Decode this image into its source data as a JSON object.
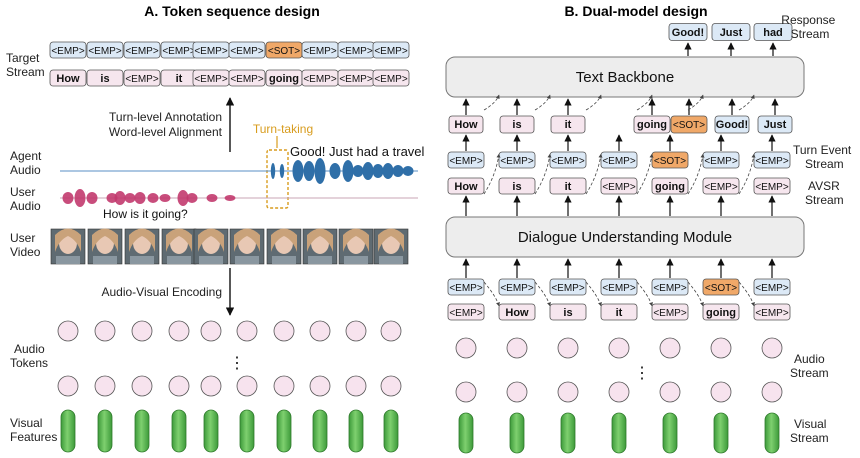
{
  "colors": {
    "emp_blue": "#dce9f6",
    "emp_pink": "#f6e6ee",
    "sot_orange": "#f0a868",
    "turn_taking": "#d89c1e",
    "agent_wave": "#2f6fa8",
    "user_wave": "#c23a6e",
    "audio_token": "#f7e3ee",
    "visual_feature": "#4fb04a",
    "module_fill": "#ededed"
  },
  "panel_a": {
    "title": "A. Token sequence design",
    "target_stream_label": [
      "Target",
      "Stream"
    ],
    "target_row1": [
      "<EMP>",
      "<EMP>",
      "<EMP>",
      "<EMP>",
      "<EMP>",
      "<EMP>",
      "<SOT>",
      "<EMP>",
      "<EMP>",
      "<EMP>"
    ],
    "target_row2": [
      "How",
      "is",
      "<EMP>",
      "it",
      "<EMP>",
      "<EMP>",
      "going",
      "<EMP>",
      "<EMP>",
      "<EMP>"
    ],
    "annotation_line1": "Turn-level Annotation",
    "annotation_line2": "Word-level Alignment",
    "turn_taking": "Turn-taking",
    "agent_audio_label": [
      "Agent",
      "Audio"
    ],
    "agent_text": "Good! Just had a travel",
    "user_audio_label": [
      "User",
      "Audio"
    ],
    "user_text": "How is it going?",
    "user_video_label": [
      "User",
      "Video"
    ],
    "encoding_label": "Audio-Visual Encoding",
    "audio_tokens_label": [
      "Audio",
      "Tokens"
    ],
    "ellipsis": "⋮",
    "visual_features_label": [
      "Visual",
      "Features"
    ]
  },
  "panel_b": {
    "title": "B. Dual-model design",
    "response_outputs": [
      "Good!",
      "Just",
      "had"
    ],
    "response_stream_label": [
      "Response",
      "Stream"
    ],
    "text_backbone": "Text Backbone",
    "backbone_inputs": [
      "How",
      "is",
      "it",
      "going",
      "<SOT>",
      "Good!",
      "Just"
    ],
    "turn_event_row": [
      "<EMP>",
      "<EMP>",
      "<EMP>",
      "<EMP>",
      "<SOT>",
      "<EMP>",
      "<EMP>"
    ],
    "turn_event_label": [
      "Turn Event",
      "Stream"
    ],
    "avsr_row": [
      "How",
      "is",
      "it",
      "<EMP>",
      "going",
      "<EMP>",
      "<EMP>"
    ],
    "avsr_label": [
      "AVSR",
      "Stream"
    ],
    "dum": "Dialogue Understanding Module",
    "dum_in_row1": [
      "<EMP>",
      "<EMP>",
      "<EMP>",
      "<EMP>",
      "<EMP>",
      "<SOT>",
      "<EMP>"
    ],
    "dum_in_row2": [
      "<EMP>",
      "How",
      "is",
      "it",
      "<EMP>",
      "going",
      "<EMP>"
    ],
    "audio_stream_label": [
      "Audio",
      "Stream"
    ],
    "visual_stream_label": [
      "Visual",
      "Stream"
    ],
    "ellipsis": "⋮"
  }
}
